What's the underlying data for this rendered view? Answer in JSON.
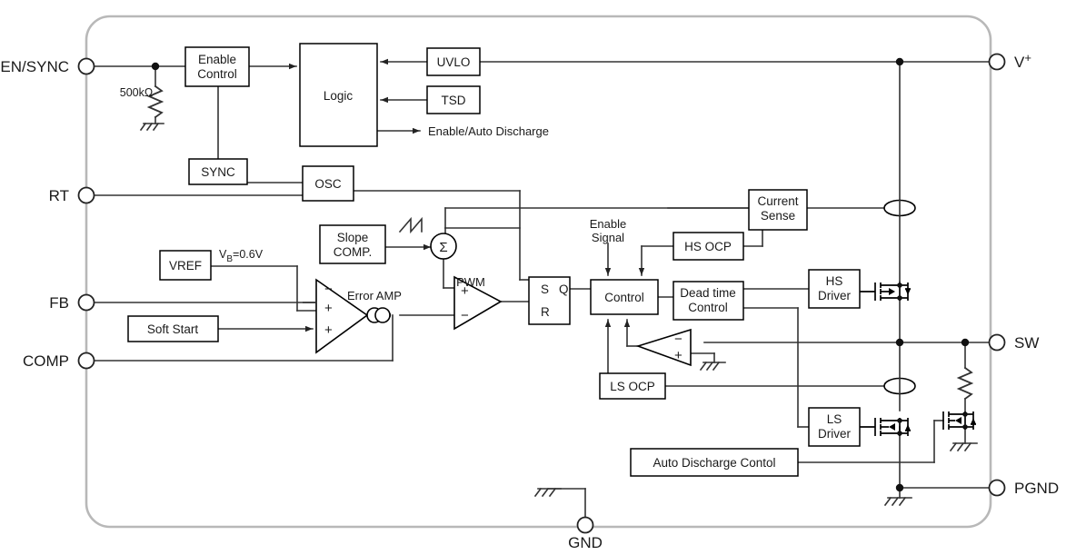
{
  "diagram": {
    "title": "Switching Regulator Functional Block Diagram",
    "ic_boundary_color": "#b8b8b8",
    "wire_color": "#333333",
    "block_fill": "#ffffff",
    "block_stroke": "#000000",
    "text_color": "#1a1a1a"
  },
  "pins": {
    "left": [
      {
        "name": "EN/SYNC",
        "label": "EN/SYNC"
      },
      {
        "name": "RT",
        "label": "RT"
      },
      {
        "name": "FB",
        "label": "FB"
      },
      {
        "name": "COMP",
        "label": "COMP"
      }
    ],
    "right": [
      {
        "name": "VPLUS",
        "label": "V",
        "sup": "+"
      },
      {
        "name": "SW",
        "label": "SW"
      },
      {
        "name": "PGND",
        "label": "PGND"
      }
    ],
    "bottom": [
      {
        "name": "GND",
        "label": "GND"
      }
    ]
  },
  "blocks": {
    "enable_control": {
      "line1": "Enable",
      "line2": "Control"
    },
    "logic": {
      "line1": "Logic"
    },
    "uvlo": {
      "line1": "UVLO"
    },
    "tsd": {
      "line1": "TSD"
    },
    "sync": {
      "line1": "SYNC"
    },
    "osc": {
      "line1": "OSC"
    },
    "slope_comp": {
      "line1": "Slope",
      "line2": "COMP."
    },
    "vref": {
      "line1": "VREF"
    },
    "soft_start": {
      "line1": "Soft Start"
    },
    "sr_latch": {
      "s": "S",
      "q": "Q",
      "r": "R"
    },
    "control": {
      "line1": "Control"
    },
    "hs_ocp": {
      "line1": "HS OCP"
    },
    "ls_ocp": {
      "line1": "LS OCP"
    },
    "dead_time": {
      "line1": "Dead time",
      "line2": "Control"
    },
    "current_sense": {
      "line1": "Current",
      "line2": "Sense"
    },
    "hs_driver": {
      "line1": "HS",
      "line2": "Driver"
    },
    "ls_driver": {
      "line1": "LS",
      "line2": "Driver"
    },
    "auto_discharge": {
      "line1": "Auto Discharge Contol"
    }
  },
  "labels": {
    "resistor_500k": "500kΩ",
    "enable_auto_discharge": "Enable/Auto Discharge",
    "vb_ref": {
      "pre": "V",
      "sub": "B",
      "post": "=0.6V"
    },
    "error_amp": "Error AMP",
    "pwm": "PWM",
    "enable_signal_l1": "Enable",
    "enable_signal_l2": "Signal",
    "sigma": "Σ"
  },
  "amp_symbols": {
    "error_amp_inputs": [
      "−",
      "+",
      "+"
    ],
    "pwm_inputs": [
      "+",
      "−"
    ],
    "zcd_inputs": [
      "−",
      "+"
    ]
  }
}
